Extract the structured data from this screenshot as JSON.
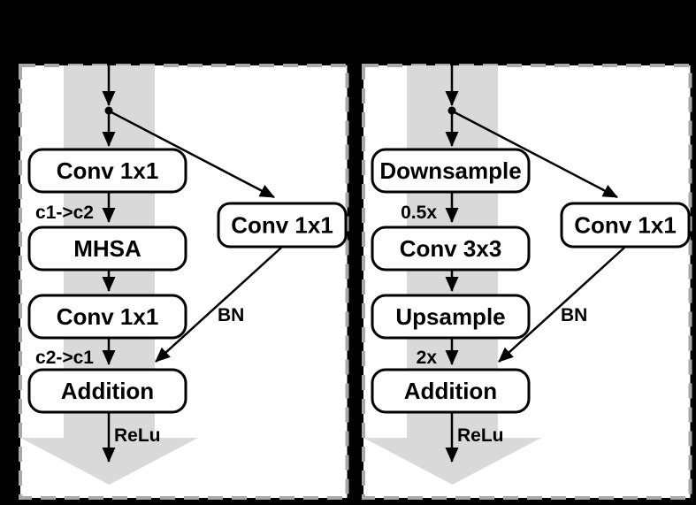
{
  "colors": {
    "background": "#000000",
    "panel_fill": "#ffffff",
    "panel_border": "#a9a9a9",
    "flow_band": "#d9d9d9",
    "stroke": "#000000"
  },
  "panels": [
    {
      "id": "transformer-block",
      "main_boxes": [
        {
          "label": "Conv 1x1"
        },
        {
          "label": "MHSA"
        },
        {
          "label": "Conv 1x1"
        },
        {
          "label": "Addition"
        }
      ],
      "shortcut_box": {
        "label": "Conv 1x1"
      },
      "edge_labels": {
        "after_box1": "c1->c2",
        "after_box3": "c2->c1",
        "shortcut": "BN",
        "output": "ReLu"
      }
    },
    {
      "id": "scale-block",
      "main_boxes": [
        {
          "label": "Downsample"
        },
        {
          "label": "Conv 3x3"
        },
        {
          "label": "Upsample"
        },
        {
          "label": "Addition"
        }
      ],
      "shortcut_box": {
        "label": "Conv 1x1"
      },
      "edge_labels": {
        "after_box1": "0.5x",
        "after_box3": "2x",
        "shortcut": "BN",
        "output": "ReLu"
      }
    }
  ]
}
